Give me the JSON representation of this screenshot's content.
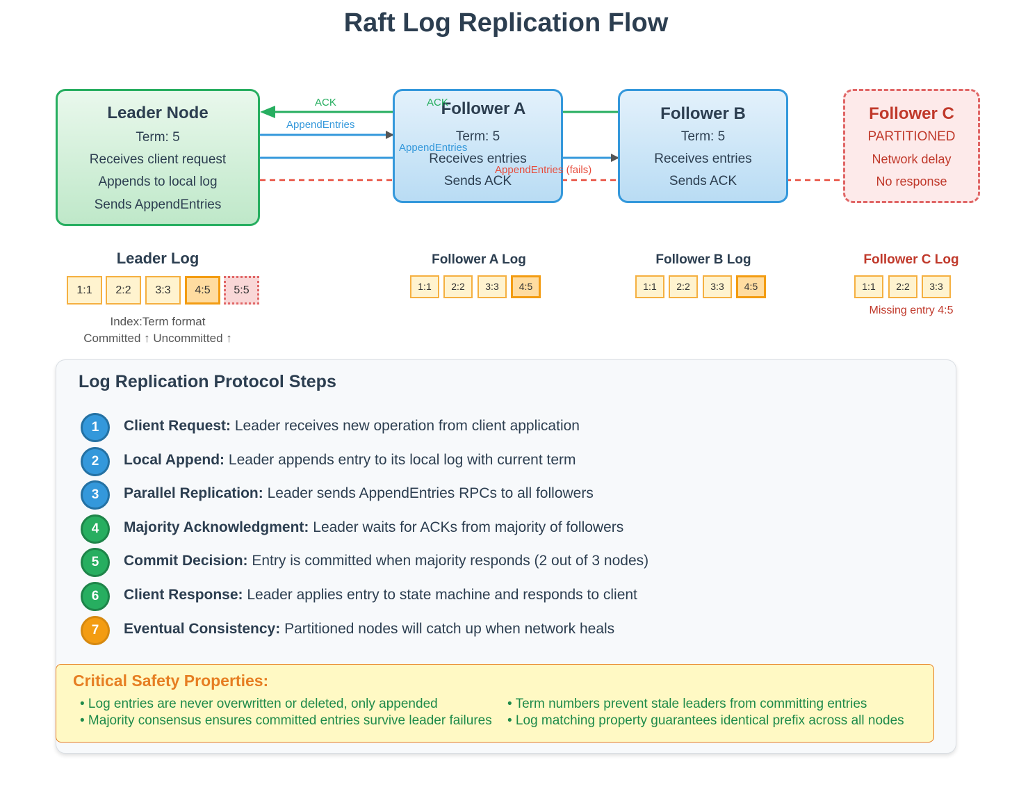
{
  "title": "Raft Log Replication Flow",
  "nodes": {
    "leader": {
      "name": "Leader Node",
      "lines": [
        "Term: 5",
        "Receives client request",
        "Appends to local log",
        "Sends AppendEntries"
      ]
    },
    "follower_a": {
      "name": "Follower A",
      "lines": [
        "Term: 5",
        "Receives entries",
        "Sends ACK"
      ]
    },
    "follower_b": {
      "name": "Follower B",
      "lines": [
        "Term: 5",
        "Receives entries",
        "Sends ACK"
      ]
    },
    "follower_c": {
      "name": "Follower C",
      "lines": [
        "PARTITIONED",
        "Network delay",
        "No response"
      ]
    }
  },
  "arrows": {
    "ack_b": "ACK",
    "ack_a": "ACK",
    "append_a": "AppendEntries",
    "append_b": "AppendEntries",
    "append_c": "AppendEntries (fails)"
  },
  "logs": {
    "leader": {
      "title": "Leader Log",
      "entries": [
        "1:1",
        "2:2",
        "3:3",
        "4:5",
        "5:5"
      ],
      "notes": [
        "Index:Term format",
        "Committed ↑ Uncommitted ↑"
      ]
    },
    "follower_a": {
      "title": "Follower A Log",
      "entries": [
        "1:1",
        "2:2",
        "3:3",
        "4:5"
      ]
    },
    "follower_b": {
      "title": "Follower B Log",
      "entries": [
        "1:1",
        "2:2",
        "3:3",
        "4:5"
      ]
    },
    "follower_c": {
      "title": "Follower C Log",
      "entries": [
        "1:1",
        "2:2",
        "3:3"
      ],
      "note": "Missing entry 4:5"
    }
  },
  "protocol": {
    "title": "Log Replication Protocol Steps",
    "steps": [
      {
        "num": "1",
        "label": "Client Request:",
        "text": "Leader receives new operation from client application"
      },
      {
        "num": "2",
        "label": "Local Append:",
        "text": "Leader appends entry to its local log with current term"
      },
      {
        "num": "3",
        "label": "Parallel Replication:",
        "text": "Leader sends AppendEntries RPCs to all followers"
      },
      {
        "num": "4",
        "label": "Majority Acknowledgment:",
        "text": "Leader waits for ACKs from majority of followers"
      },
      {
        "num": "5",
        "label": "Commit Decision:",
        "text": "Entry is committed when majority responds (2 out of 3 nodes)"
      },
      {
        "num": "6",
        "label": "Client Response:",
        "text": "Leader applies entry to state machine and responds to client"
      },
      {
        "num": "7",
        "label": "Eventual Consistency:",
        "text": "Partitioned nodes will catch up when network heals"
      }
    ]
  },
  "safety": {
    "title": "Critical Safety Properties:",
    "items": [
      "• Log entries are never overwritten or deleted, only appended",
      "• Term numbers prevent stale leaders from committing entries",
      "• Majority consensus ensures committed entries survive leader failures",
      "• Log matching property guarantees identical prefix across all nodes"
    ]
  },
  "colors": {
    "green": "#27ae60",
    "blue": "#3498db",
    "red": "#e74c3c",
    "orange": "#f39c12"
  }
}
